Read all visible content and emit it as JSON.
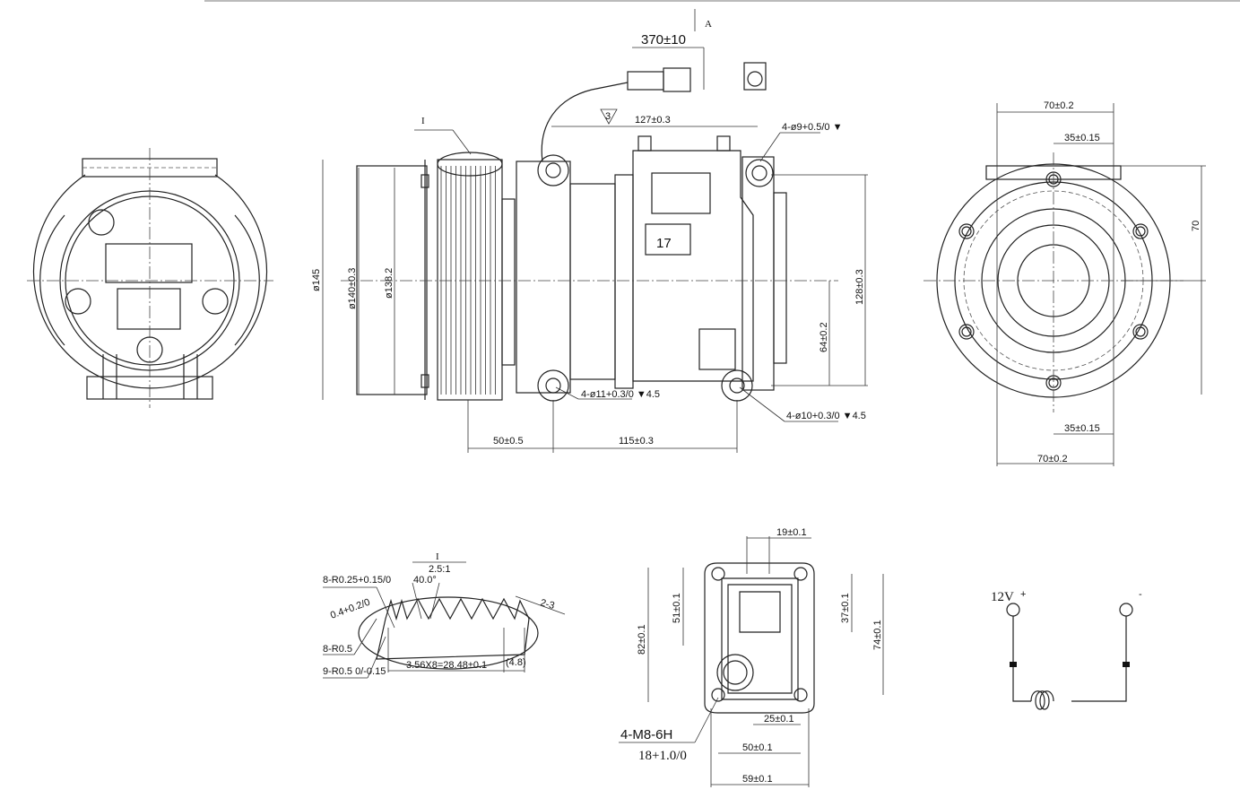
{
  "top_view": {
    "view_marker": "A",
    "cable_length": "370±10",
    "detail_marker": "I",
    "surface_mark": "3",
    "mount_width": "127±0.3",
    "top_holes": "4-ø9+0.5/0 ▼",
    "part_label": "17",
    "dia_outer": "ø145",
    "dia_mid": "ø140±0.3",
    "dia_inner": "ø138.2",
    "height_total": "128±0.3",
    "height_half": "64±0.2",
    "bottom_front_holes": "4-ø11+0.3/0 ▼4.5",
    "bottom_rear_holes": "4-ø10+0.3/0 ▼4.5",
    "pulley_offset": "50±0.5",
    "hole_spacing": "115±0.3"
  },
  "rear_view": {
    "width_top": "70±0.2",
    "half_top": "35±0.15",
    "height": "70",
    "half_bottom": "35±0.15",
    "width_bottom": "70±0.2"
  },
  "detail_view": {
    "title": "I",
    "scale": "2.5:1",
    "groove_radius": "8-R0.25+0.15/0",
    "angle": "40.0°",
    "tip": "0.4+0.2/0",
    "edge": "2-3",
    "root_radius": "8-R0.5",
    "crest_radius": "9-R0.5 0/-0.15",
    "pitch": "3.56X8=28.48±0.1",
    "end_width": "(4.8)"
  },
  "flange_view": {
    "port_width": "19±0.1",
    "dim_51": "51±0.1",
    "dim_37": "37±0.1",
    "dim_82": "82±0.1",
    "dim_74": "74±0.1",
    "dim_25": "25±0.1",
    "dim_50": "50±0.1",
    "dim_59": "59±0.1",
    "thread": "4-M8-6H",
    "depth": "18+1.0/0"
  },
  "wiring": {
    "voltage": "12V",
    "plus": "+",
    "minus": "-"
  }
}
